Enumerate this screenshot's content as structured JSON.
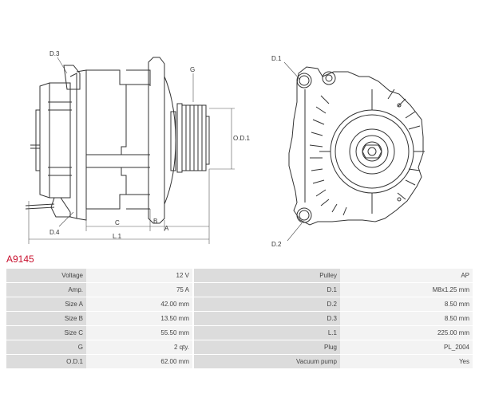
{
  "drawing": {
    "labels": {
      "d3": "D.3",
      "d4": "D.4",
      "g": "G",
      "od1": "O.D.1",
      "c": "C",
      "b": "B",
      "a": "A",
      "l1": "L.1",
      "d1": "D.1",
      "d2": "D.2"
    }
  },
  "part_number": "A9145",
  "specs": {
    "rows": [
      {
        "l1": "Voltage",
        "v1": "12 V",
        "l2": "Pulley",
        "v2": "AP"
      },
      {
        "l1": "Amp.",
        "v1": "75 A",
        "l2": "D.1",
        "v2": "M8x1.25 mm"
      },
      {
        "l1": "Size A",
        "v1": "42.00 mm",
        "l2": "D.2",
        "v2": "8.50 mm"
      },
      {
        "l1": "Size B",
        "v1": "13.50 mm",
        "l2": "D.3",
        "v2": "8.50 mm"
      },
      {
        "l1": "Size C",
        "v1": "55.50 mm",
        "l2": "L.1",
        "v2": "225.00 mm"
      },
      {
        "l1": "G",
        "v1": "2 qty.",
        "l2": "Plug",
        "v2": "PL_2004"
      },
      {
        "l1": "O.D.1",
        "v1": "62.00 mm",
        "l2": "Vacuum pump",
        "v2": "Yes"
      }
    ]
  }
}
